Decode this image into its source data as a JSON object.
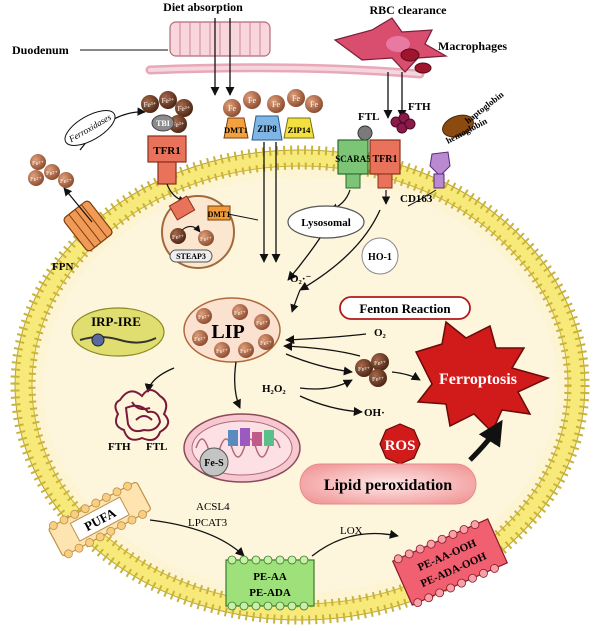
{
  "labels": {
    "diet_absorption": "Diet absorption",
    "rbc_clearance": "RBC clearance",
    "duodenum": "Duodenum",
    "macrophages": "Macrophages",
    "ferroxidases": "Ferroxidases",
    "tbi": "TBI",
    "tfr1": "TFR1",
    "dmt1": "DMT1",
    "zip8": "ZIP8",
    "zip14": "ZIP14",
    "ftl": "FTL",
    "fth": "FTH",
    "scara5": "SCARA5",
    "haptoglobin": "haptoglobin",
    "hemoglobin": "hemoglobin",
    "cd163": "CD163",
    "lysosomal": "Lysosomal",
    "steap3": "STEAP3",
    "fpn": "FPN",
    "ho1": "HO-1",
    "o2_radical": "O₂·⁻",
    "o2": "O₂",
    "fenton": "Fenton Reaction",
    "irp_ire": "IRP-IRE",
    "lip": "LIP",
    "h2o2": "H₂O₂",
    "oh": "OH·",
    "ferroptosis": "Ferroptosis",
    "ros": "ROS",
    "lipid_peroxidation": "Lipid peroxidation",
    "fe_s": "Fe-S",
    "pufa": "PUFA",
    "acsl4": "ACSL4",
    "lpcat3": "LPCAT3",
    "lox": "LOX",
    "pe_aa": "PE-AA",
    "pe_ada": "PE-ADA",
    "pe_aa_ooh": "PE-AA-OOH",
    "pe_ada_ooh": "PE-ADA-OOH"
  },
  "iron": {
    "fe3": "Fe³⁺",
    "fe2": "Fe²⁺",
    "fe": "Fe"
  },
  "colors": {
    "membrane_yellow": "#f2e24a",
    "cytoplasm": "#fdf5d6",
    "tfr1_red": "#e8735a",
    "iron_brown": "#9b5a3c",
    "ferroptosis_red": "#d11a1a",
    "lipid_pink": "#f6b3b3",
    "scara5_green": "#7cc576",
    "pe_green": "#9ee07a"
  }
}
